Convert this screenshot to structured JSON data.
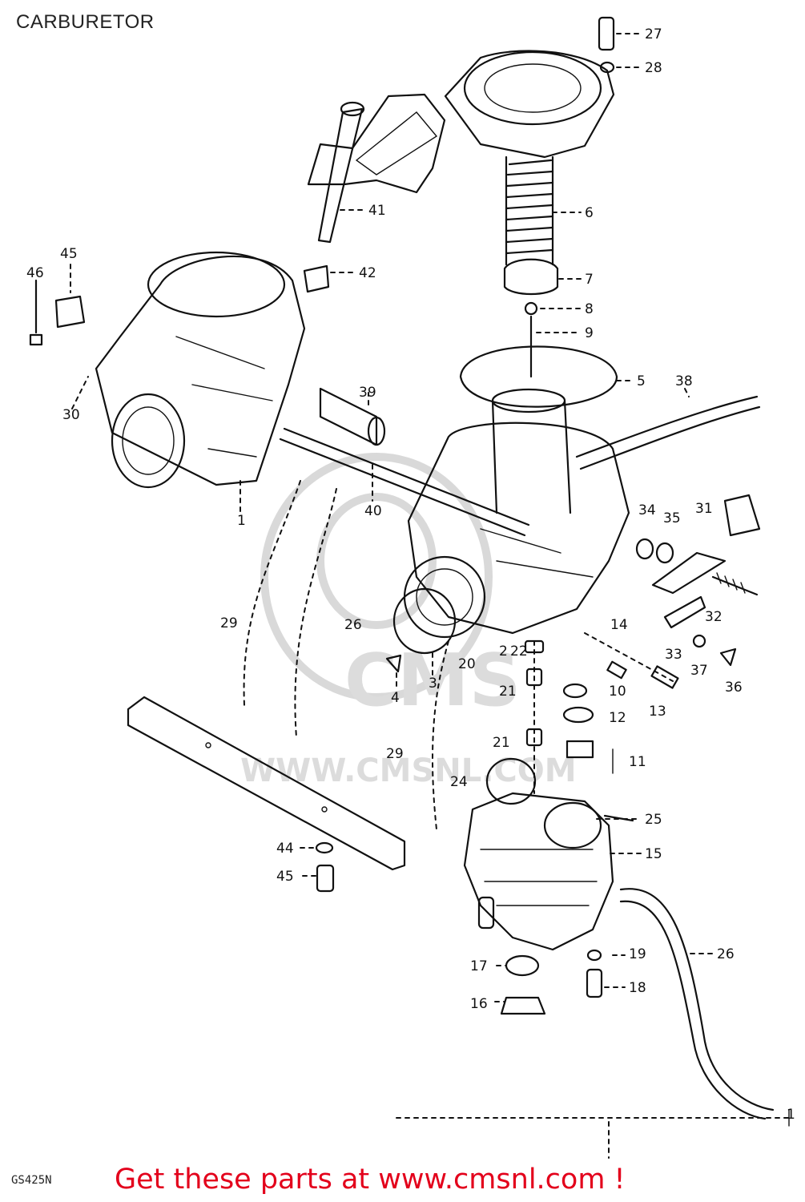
{
  "title": "CARBURETOR",
  "diagram_code": "GS425N",
  "watermark": {
    "logo": "CMS",
    "url": "WWW.CMSNL.COM"
  },
  "banner": "Get these parts at www.cmsnl.com !",
  "colors": {
    "banner": "#e3001b",
    "line": "#111111",
    "watermark": "#d9d9d9"
  },
  "callouts": [
    {
      "id": "c27",
      "text": "27"
    },
    {
      "id": "c28",
      "text": "28"
    },
    {
      "id": "c41",
      "text": "41"
    },
    {
      "id": "c6",
      "text": "6"
    },
    {
      "id": "c7",
      "text": "7"
    },
    {
      "id": "c8",
      "text": "8"
    },
    {
      "id": "c9",
      "text": "9"
    },
    {
      "id": "c5",
      "text": "5"
    },
    {
      "id": "c42",
      "text": "42"
    },
    {
      "id": "c45a",
      "text": "45"
    },
    {
      "id": "c46",
      "text": "46"
    },
    {
      "id": "c30",
      "text": "30"
    },
    {
      "id": "c39",
      "text": "39"
    },
    {
      "id": "c38",
      "text": "38"
    },
    {
      "id": "c40",
      "text": "40"
    },
    {
      "id": "c1a",
      "text": "1"
    },
    {
      "id": "c34",
      "text": "34"
    },
    {
      "id": "c35",
      "text": "35"
    },
    {
      "id": "c31",
      "text": "31"
    },
    {
      "id": "c29a",
      "text": "29"
    },
    {
      "id": "c26a",
      "text": "26"
    },
    {
      "id": "c14",
      "text": "14"
    },
    {
      "id": "c32",
      "text": "32"
    },
    {
      "id": "c3",
      "text": "3"
    },
    {
      "id": "c2",
      "text": "2"
    },
    {
      "id": "c22",
      "text": "22"
    },
    {
      "id": "c20",
      "text": "20"
    },
    {
      "id": "c33",
      "text": "33"
    },
    {
      "id": "c37",
      "text": "37"
    },
    {
      "id": "c36",
      "text": "36"
    },
    {
      "id": "c4",
      "text": "4"
    },
    {
      "id": "c21a",
      "text": "21"
    },
    {
      "id": "c10",
      "text": "10"
    },
    {
      "id": "c13",
      "text": "13"
    },
    {
      "id": "c12",
      "text": "12"
    },
    {
      "id": "c21b",
      "text": "21"
    },
    {
      "id": "c11",
      "text": "11"
    },
    {
      "id": "c29b",
      "text": "29"
    },
    {
      "id": "c24",
      "text": "24"
    },
    {
      "id": "c25",
      "text": "25"
    },
    {
      "id": "c15",
      "text": "15"
    },
    {
      "id": "c44",
      "text": "44"
    },
    {
      "id": "c45b",
      "text": "45"
    },
    {
      "id": "c26b",
      "text": "26"
    },
    {
      "id": "c19",
      "text": "19"
    },
    {
      "id": "c17",
      "text": "17"
    },
    {
      "id": "c18",
      "text": "18"
    },
    {
      "id": "c16",
      "text": "16"
    },
    {
      "id": "c1b",
      "text": "1"
    }
  ]
}
